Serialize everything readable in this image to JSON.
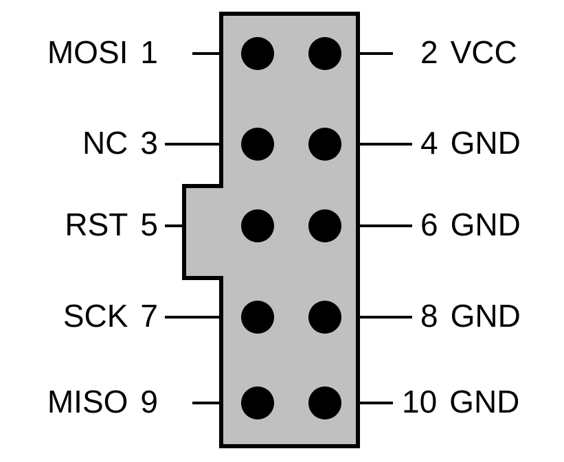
{
  "header": {
    "pins": [
      {
        "number": "1",
        "signal": "MOSI",
        "side": "left"
      },
      {
        "number": "2",
        "signal": "VCC",
        "side": "right"
      },
      {
        "number": "3",
        "signal": "NC",
        "side": "left"
      },
      {
        "number": "4",
        "signal": "GND",
        "side": "right"
      },
      {
        "number": "5",
        "signal": "RST",
        "side": "left"
      },
      {
        "number": "6",
        "signal": "GND",
        "side": "right"
      },
      {
        "number": "7",
        "signal": "SCK",
        "side": "left"
      },
      {
        "number": "8",
        "signal": "GND",
        "side": "right"
      },
      {
        "number": "9",
        "signal": "MISO",
        "side": "left"
      },
      {
        "number": "10",
        "signal": "GND",
        "side": "right"
      }
    ],
    "body_color": "#c0c0c0",
    "outline_color": "#000000",
    "pin_color": "#000000"
  }
}
